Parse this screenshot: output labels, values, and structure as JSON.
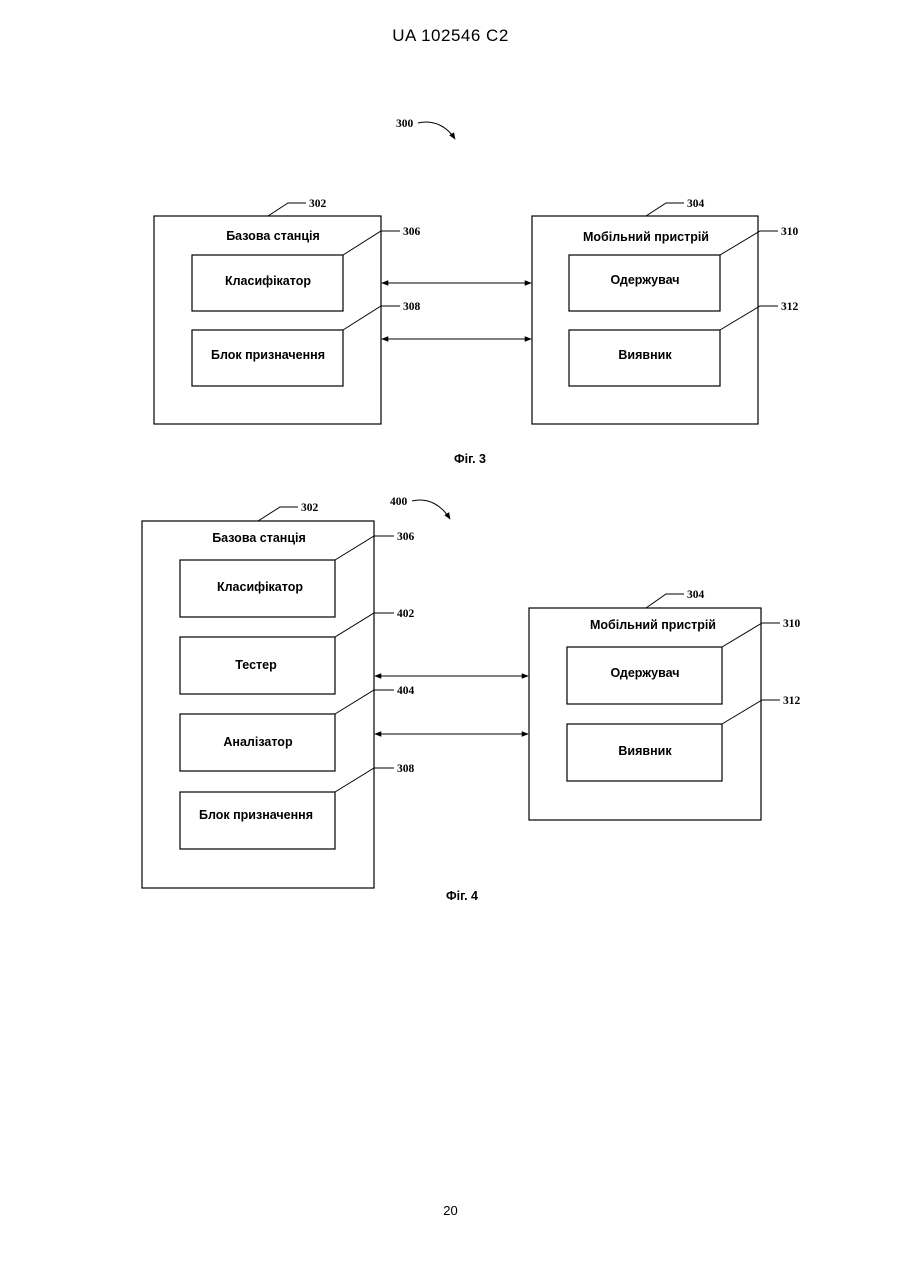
{
  "header": {
    "patent": "UA   102546   C2"
  },
  "page_number": "20",
  "fig3": {
    "diagram_ref": "300",
    "caption": "Фіг. 3",
    "base_station": {
      "ref": "302",
      "title": "Базова станція",
      "blocks": [
        {
          "ref": "306",
          "label": "Класифікатор"
        },
        {
          "ref": "308",
          "label": "Блок призначення"
        }
      ]
    },
    "mobile": {
      "ref": "304",
      "title": "Мобільний пристрій",
      "blocks": [
        {
          "ref": "310",
          "label": "Одержувач"
        },
        {
          "ref": "312",
          "label": "Виявник"
        }
      ]
    }
  },
  "fig4": {
    "diagram_ref": "400",
    "caption": "Фіг. 4",
    "base_station": {
      "ref": "302",
      "title": "Базова станція",
      "blocks": [
        {
          "ref": "306",
          "label": "Класифікатор"
        },
        {
          "ref": "402",
          "label": "Тестер"
        },
        {
          "ref": "404",
          "label": "Аналізатор"
        },
        {
          "ref": "308",
          "label": "Блок призначення"
        }
      ]
    },
    "mobile": {
      "ref": "304",
      "title": "Мобільний пристрій",
      "blocks": [
        {
          "ref": "310",
          "label": "Одержувач"
        },
        {
          "ref": "312",
          "label": "Виявник"
        }
      ]
    }
  }
}
